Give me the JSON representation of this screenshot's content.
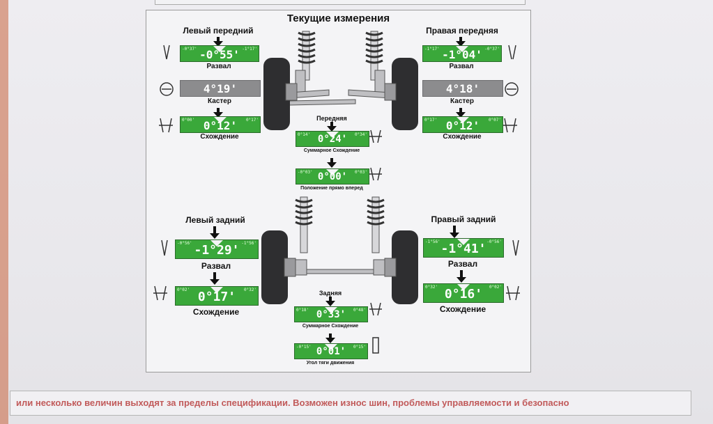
{
  "title": "Текущие измерения",
  "front_left": {
    "header": "Левый передний",
    "camber": {
      "value": "-0°55'",
      "label": "Развал",
      "min": "-0°37'",
      "max": "-1°17'"
    },
    "caster": {
      "value": "4°19'",
      "label": "Кастер"
    },
    "toe": {
      "value": "0°12'",
      "label": "Схождение",
      "min": "0°00'",
      "max": "0°17'"
    }
  },
  "front_right": {
    "header": "Правая передняя",
    "camber": {
      "value": "-1°04'",
      "label": "Развал",
      "min": "-1°17'",
      "max": "-0°37'"
    },
    "caster": {
      "value": "4°18'",
      "label": "Кастер"
    },
    "toe": {
      "value": "0°12'",
      "label": "Схождение",
      "min": "0°17'",
      "max": "0°07'"
    }
  },
  "front_total": {
    "header": "Передняя",
    "value": "0°24'",
    "label": "Суммарное Схождение",
    "min": "0°14'",
    "max": "0°34'"
  },
  "steering": {
    "value": "0°00'",
    "label": "Положение прямо вперед",
    "min": "-0°03'",
    "max": "0°03'"
  },
  "rear_left": {
    "header": "Левый задний",
    "camber": {
      "value": "-1°29'",
      "label": "Развал",
      "min": "-0°56'",
      "max": "-1°56'"
    },
    "toe": {
      "value": "0°17'",
      "label": "Схождение",
      "min": "0°02'",
      "max": "0°32'"
    }
  },
  "rear_right": {
    "header": "Правый задний",
    "camber": {
      "value": "-1°41'",
      "label": "Развал",
      "min": "-1°56'",
      "max": "-0°56'"
    },
    "toe": {
      "value": "0°16'",
      "label": "Схождение",
      "min": "0°32'",
      "max": "0°02'"
    }
  },
  "rear_total": {
    "header": "Задняя",
    "value": "0°33'",
    "label": "Суммарное Схождение",
    "min": "0°18'",
    "max": "0°48'"
  },
  "thrust": {
    "value": "0°01'",
    "label": "Угол тяги движения",
    "min": "-0°15'",
    "max": "0°15'"
  },
  "footer": {
    "message": "или несколько величин выходят за пределы спецификации. Возможен износ шин, проблемы управляемости и безопасно"
  },
  "colors": {
    "in_spec": "#3aa83a",
    "neutral": "#8c8c8e",
    "warning_text": "#c15a5a"
  }
}
